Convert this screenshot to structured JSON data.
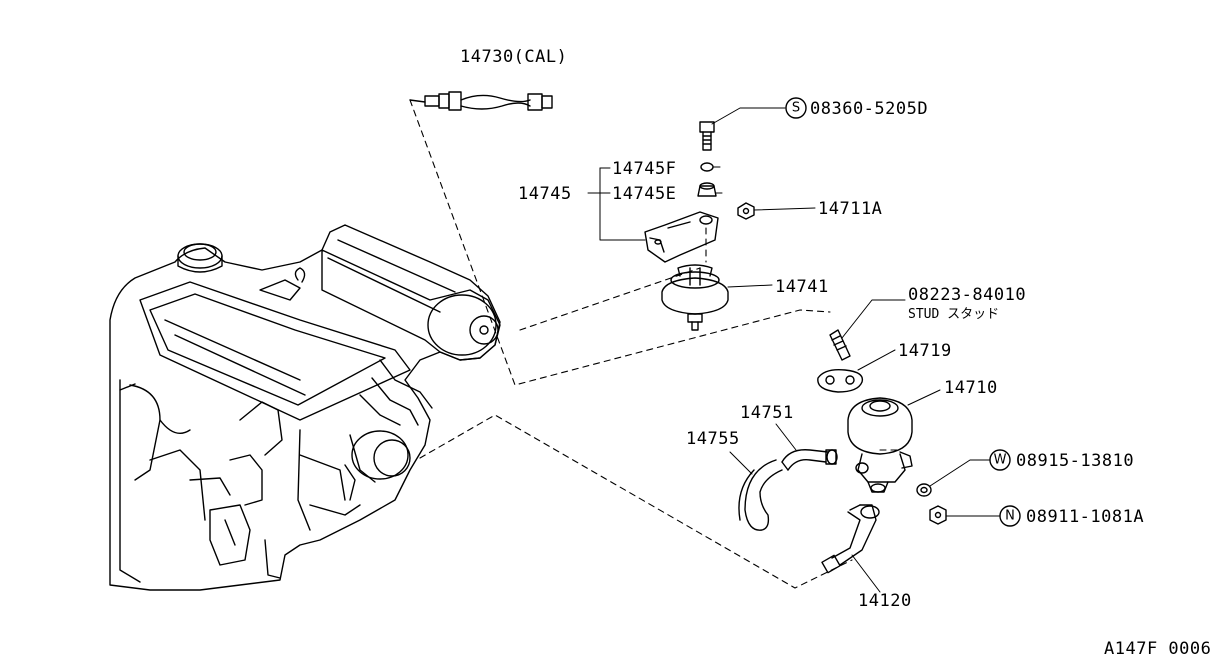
{
  "diagram": {
    "code": "A147F 0006",
    "labels": {
      "p14730": "14730(CAL)",
      "p08360": "08360-5205D",
      "p14745F": "14745F",
      "p14745": "14745",
      "p14745E": "14745E",
      "p14711A": "14711A",
      "p14741": "14741",
      "p08223": "08223-84010",
      "stud": "STUD スタッド",
      "p14719": "14719",
      "p14710": "14710",
      "p14751": "14751",
      "p14755": "14755",
      "p08915": "08915-13810",
      "p08911": "08911-1081A",
      "p14120": "14120"
    },
    "symbols": {
      "s": "S",
      "w": "W",
      "n": "N"
    }
  }
}
